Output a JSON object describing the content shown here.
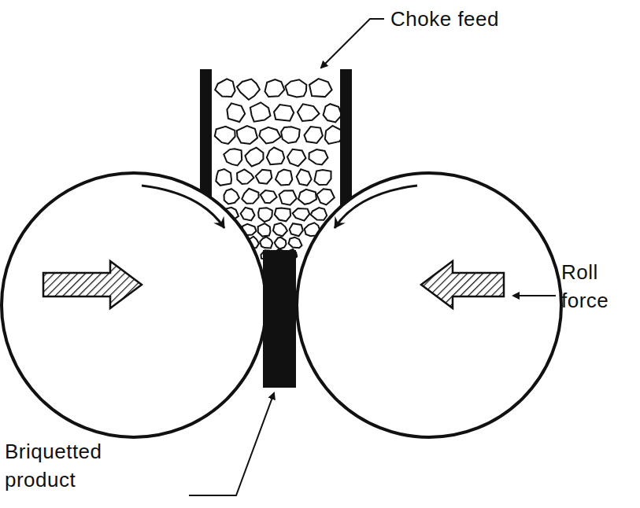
{
  "diagram": {
    "labels": [
      "Choke feed",
      "Roll force",
      "Briquetted product"
    ]
  }
}
